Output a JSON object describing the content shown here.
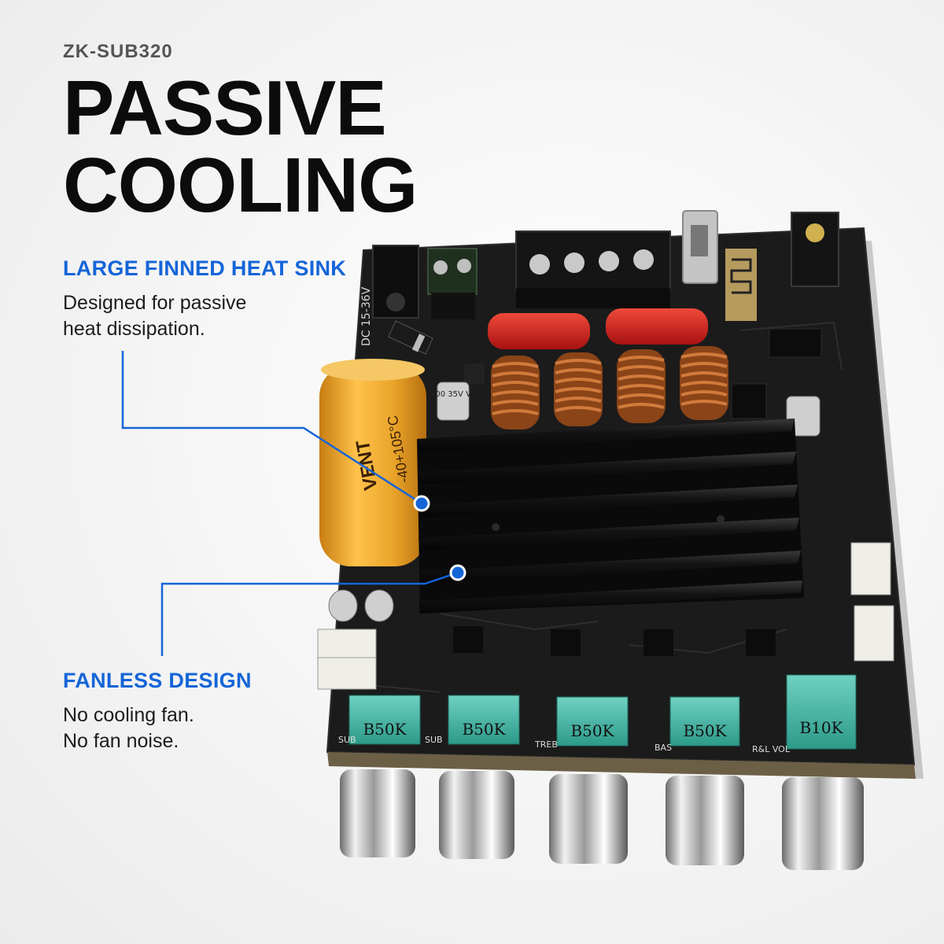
{
  "header": {
    "model": "ZK-SUB320",
    "title_line1": "PASSIVE",
    "title_line2": "COOLING"
  },
  "features": [
    {
      "title": "LARGE FINNED HEAT SINK",
      "desc_line1": "Designed for passive",
      "desc_line2": "heat dissipation."
    },
    {
      "title": "FANLESS DESIGN",
      "desc_line1": "No cooling fan.",
      "desc_line2": "No fan noise."
    }
  ],
  "board": {
    "pots": [
      "B50K",
      "B50K",
      "B50K",
      "B50K",
      "B10K"
    ],
    "pot_silk": [
      "SUB",
      "SUB",
      "TREB",
      "BAS",
      "R&L VOL"
    ],
    "silk_dc": "DC 15-36V",
    "silk_cap_small": "100 35V VT",
    "silk_cap_main_1": "VENT",
    "silk_cap_main_2": "-40+105°C"
  },
  "colors": {
    "accent": "#1565d8",
    "board": "#1a1a1a",
    "heatsink": "#111111",
    "pot_teal": "#3fb3a2",
    "capacitor_orange": "#e8a325",
    "film_cap_red": "#c81e1e",
    "coil_copper": "#b25a24"
  }
}
